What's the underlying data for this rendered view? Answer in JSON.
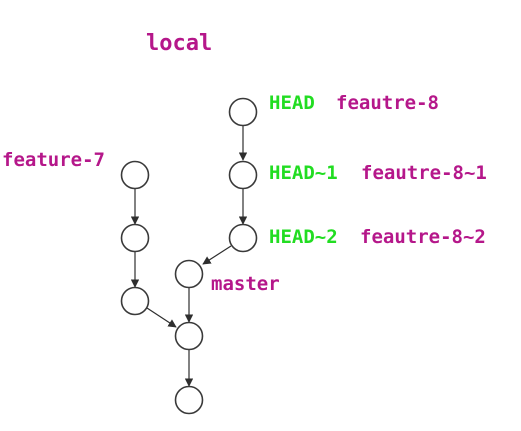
{
  "title": "local",
  "colors": {
    "branch": "#b5178a",
    "head": "#22dd22",
    "node_stroke": "#3a3a3a",
    "edge": "#2e2e2e"
  },
  "labels": {
    "head": "HEAD",
    "head_1": "HEAD~1",
    "head_2": "HEAD~2",
    "feautre_8": "feautre-8",
    "feautre_8_1": "feautre-8~1",
    "feautre_8_2": "feautre-8~2",
    "feature_7": "feature-7",
    "master": "master"
  },
  "commits": [
    {
      "id": "c1"
    },
    {
      "id": "c2"
    },
    {
      "id": "c3"
    },
    {
      "id": "f1"
    },
    {
      "id": "f2"
    },
    {
      "id": "f3"
    },
    {
      "id": "m1"
    },
    {
      "id": "m2"
    },
    {
      "id": "m3"
    }
  ],
  "edges": [
    {
      "from": "c1",
      "to": "c2"
    },
    {
      "from": "c2",
      "to": "c3"
    },
    {
      "from": "c3",
      "to": "m1"
    },
    {
      "from": "f1",
      "to": "f2"
    },
    {
      "from": "f2",
      "to": "f3"
    },
    {
      "from": "f3",
      "to": "m2"
    },
    {
      "from": "m1",
      "to": "m2"
    },
    {
      "from": "m2",
      "to": "m3"
    }
  ]
}
